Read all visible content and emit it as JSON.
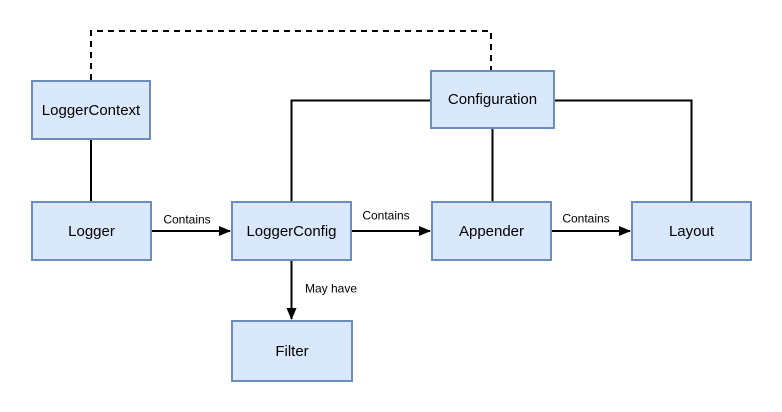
{
  "colors": {
    "canvas_bg": "#ffffff",
    "node_fill": "#dae8fc",
    "node_border": "#6c8ebf",
    "node_text": "#000000",
    "edge_line": "#000000",
    "edge_label_text": "#000000",
    "edge_label_bg": "#ffffff"
  },
  "nodes": {
    "logger_context": {
      "label": "LoggerContext"
    },
    "configuration": {
      "label": "Configuration"
    },
    "logger": {
      "label": "Logger"
    },
    "logger_config": {
      "label": "LoggerConfig"
    },
    "appender": {
      "label": "Appender"
    },
    "layout": {
      "label": "Layout"
    },
    "filter": {
      "label": "Filter"
    }
  },
  "edge_labels": {
    "logger_to_loggerconfig": "Contains",
    "loggerconfig_to_appender": "Contains",
    "appender_to_layout": "Contains",
    "loggerconfig_to_filter": "May have"
  },
  "edges": [
    {
      "from": "LoggerContext",
      "to": "Configuration",
      "style": "dashed",
      "arrow": false,
      "label": ""
    },
    {
      "from": "LoggerContext",
      "to": "Logger",
      "style": "solid",
      "arrow": false,
      "label": ""
    },
    {
      "from": "Logger",
      "to": "LoggerConfig",
      "style": "solid",
      "arrow": true,
      "label": "Contains"
    },
    {
      "from": "LoggerConfig",
      "to": "Configuration",
      "style": "solid",
      "arrow": false,
      "label": ""
    },
    {
      "from": "Configuration",
      "to": "Appender",
      "style": "solid",
      "arrow": false,
      "label": ""
    },
    {
      "from": "Configuration",
      "to": "Layout",
      "style": "solid",
      "arrow": false,
      "label": ""
    },
    {
      "from": "LoggerConfig",
      "to": "Appender",
      "style": "solid",
      "arrow": true,
      "label": "Contains"
    },
    {
      "from": "Appender",
      "to": "Layout",
      "style": "solid",
      "arrow": true,
      "label": "Contains"
    },
    {
      "from": "LoggerConfig",
      "to": "Filter",
      "style": "solid",
      "arrow": true,
      "label": "May have"
    }
  ]
}
